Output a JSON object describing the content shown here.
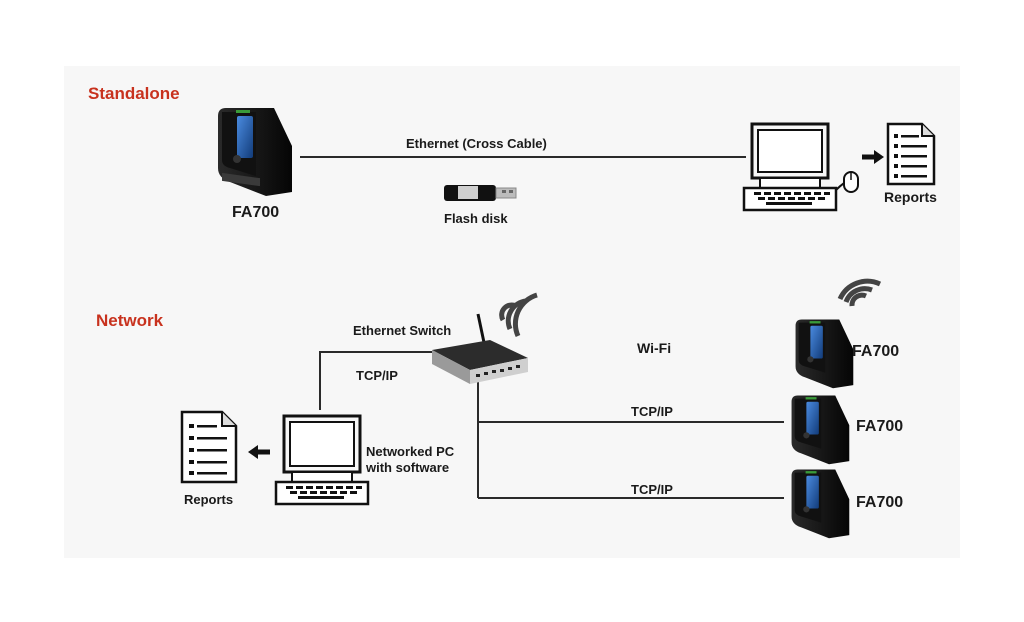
{
  "standalone": {
    "heading": "Standalone",
    "device_label": "FA700",
    "ethernet_label": "Ethernet  (Cross Cable)",
    "flash_label": "Flash disk",
    "reports_label": "Reports"
  },
  "network": {
    "heading": "Network",
    "switch_label": "Ethernet Switch",
    "tcpip_pc_label": "TCP/IP",
    "wifi_label": "Wi-Fi",
    "pc_label_line1": "Networked PC",
    "pc_label_line2": "with software",
    "reports_label": "Reports",
    "devices": [
      {
        "label": "FA700",
        "link": "Wi-Fi"
      },
      {
        "label": "FA700",
        "link": "TCP/IP"
      },
      {
        "label": "FA700",
        "link": "TCP/IP"
      }
    ],
    "tcpip_line_labels": [
      "TCP/IP",
      "TCP/IP"
    ]
  },
  "colors": {
    "section_heading": "#c8321e",
    "device_body": "#1a1a1a",
    "device_screen": "#2b6cc4",
    "line": "#2a2a2a"
  }
}
